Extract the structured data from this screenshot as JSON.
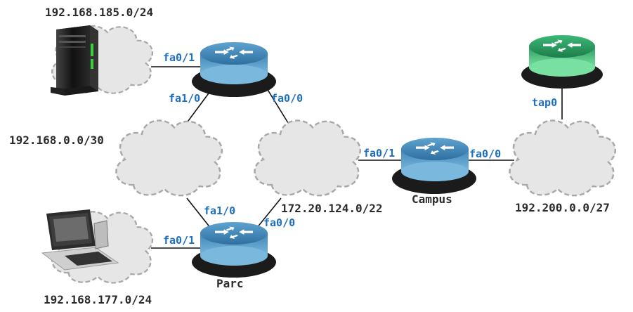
{
  "networks": {
    "top_left": "192.168.185.0/24",
    "middle_left": "192.168.0.0/30",
    "center": "172.20.124.0/22",
    "right": "192.200.0.0/27",
    "bottom_left": "192.168.177.0/24"
  },
  "routers": {
    "top": {
      "name": ""
    },
    "parc": {
      "name": "Parc"
    },
    "campus": {
      "name": "Campus"
    },
    "external": {
      "name": ""
    }
  },
  "interfaces": {
    "top_fa01": "fa0/1",
    "top_fa10": "fa1/0",
    "top_fa00": "fa0/0",
    "parc_fa10": "fa1/0",
    "parc_fa00": "fa0/0",
    "parc_fa01": "fa0/1",
    "campus_fa01": "fa0/1",
    "campus_fa00": "fa0/0",
    "external_tap0": "tap0"
  },
  "colors": {
    "router_blue": "#3a7fb0",
    "router_green": "#2aa060",
    "interface_text": "#1f6fbf",
    "cloud_fill": "#e6e6e6",
    "cloud_stroke": "#a8a8a8"
  },
  "icons": {
    "server": "server-tower-icon",
    "laptop": "laptop-icon",
    "router": "router-icon"
  }
}
